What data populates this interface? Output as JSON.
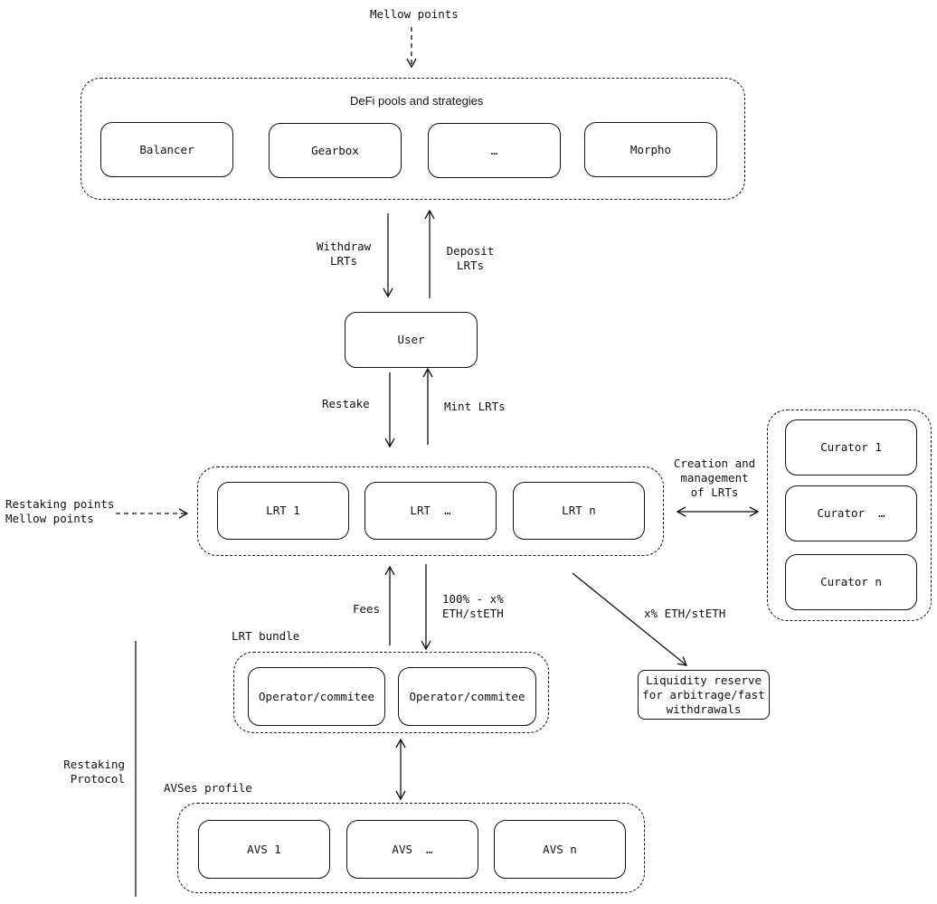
{
  "mellow_points_top": "Mellow points",
  "defi_group": {
    "title": "DeFi pools and strategies",
    "items": [
      "Balancer",
      "Gearbox",
      "…",
      "Morpho"
    ]
  },
  "withdraw_label": "Withdraw\nLRTs",
  "deposit_label": "Deposit\nLRTs",
  "user_label": "User",
  "restake_label": "Restake",
  "mint_label": "Mint LRTs",
  "left_points_label": "Restaking points\nMellow points",
  "lrt_group": {
    "items": [
      "LRT 1",
      "LRT  …",
      "LRT n"
    ]
  },
  "creation_label": "Creation and\nmanagement\nof LRTs",
  "curators": [
    "Curator 1",
    "Curator  …",
    "Curator n"
  ],
  "fees_label": "Fees",
  "percent_label": "100% - x%\nETH/stETH",
  "x_percent_label": "x% ETH/stETH",
  "liquidity_label": "Liquidity reserve\nfor arbitrage/fast\nwithdrawals",
  "lrt_bundle": {
    "title": "LRT bundle",
    "items": [
      "Operator/commitee",
      "Operator/commitee"
    ]
  },
  "restaking_protocol_label": "Restaking\nProtocol",
  "avs_group": {
    "title": "AVSes profile",
    "items": [
      "AVS 1",
      "AVS  …",
      "AVS n"
    ]
  }
}
